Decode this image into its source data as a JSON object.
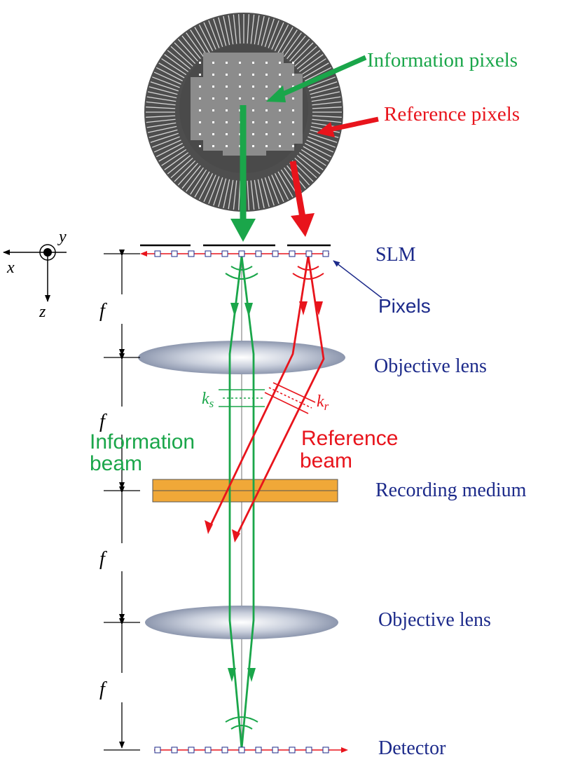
{
  "colors": {
    "green": "#1aa64a",
    "red": "#e8141c",
    "navy": "#1c2a8a",
    "lens": "#9aa3b8",
    "medium": "#f0a838",
    "disc": "#5a5a5a"
  },
  "labels": {
    "information_pixels": "Information pixels",
    "reference_pixels": "Reference pixels",
    "slm": "SLM",
    "pixels": "Pixels",
    "objective_lens_1": "Objective lens",
    "objective_lens_2": "Objective lens",
    "recording_medium": "Recording medium",
    "detector": "Detector",
    "information_beam_1": "Information",
    "information_beam_2": "beam",
    "reference_beam_1": "Reference",
    "reference_beam_2": "beam",
    "ks": "k",
    "ks_sub": "s",
    "kr": "k",
    "kr_sub": "r",
    "f1": "f",
    "f2": "f",
    "f3": "f",
    "f4": "f",
    "axis_x": "x",
    "axis_y": "y",
    "axis_z": "z"
  }
}
